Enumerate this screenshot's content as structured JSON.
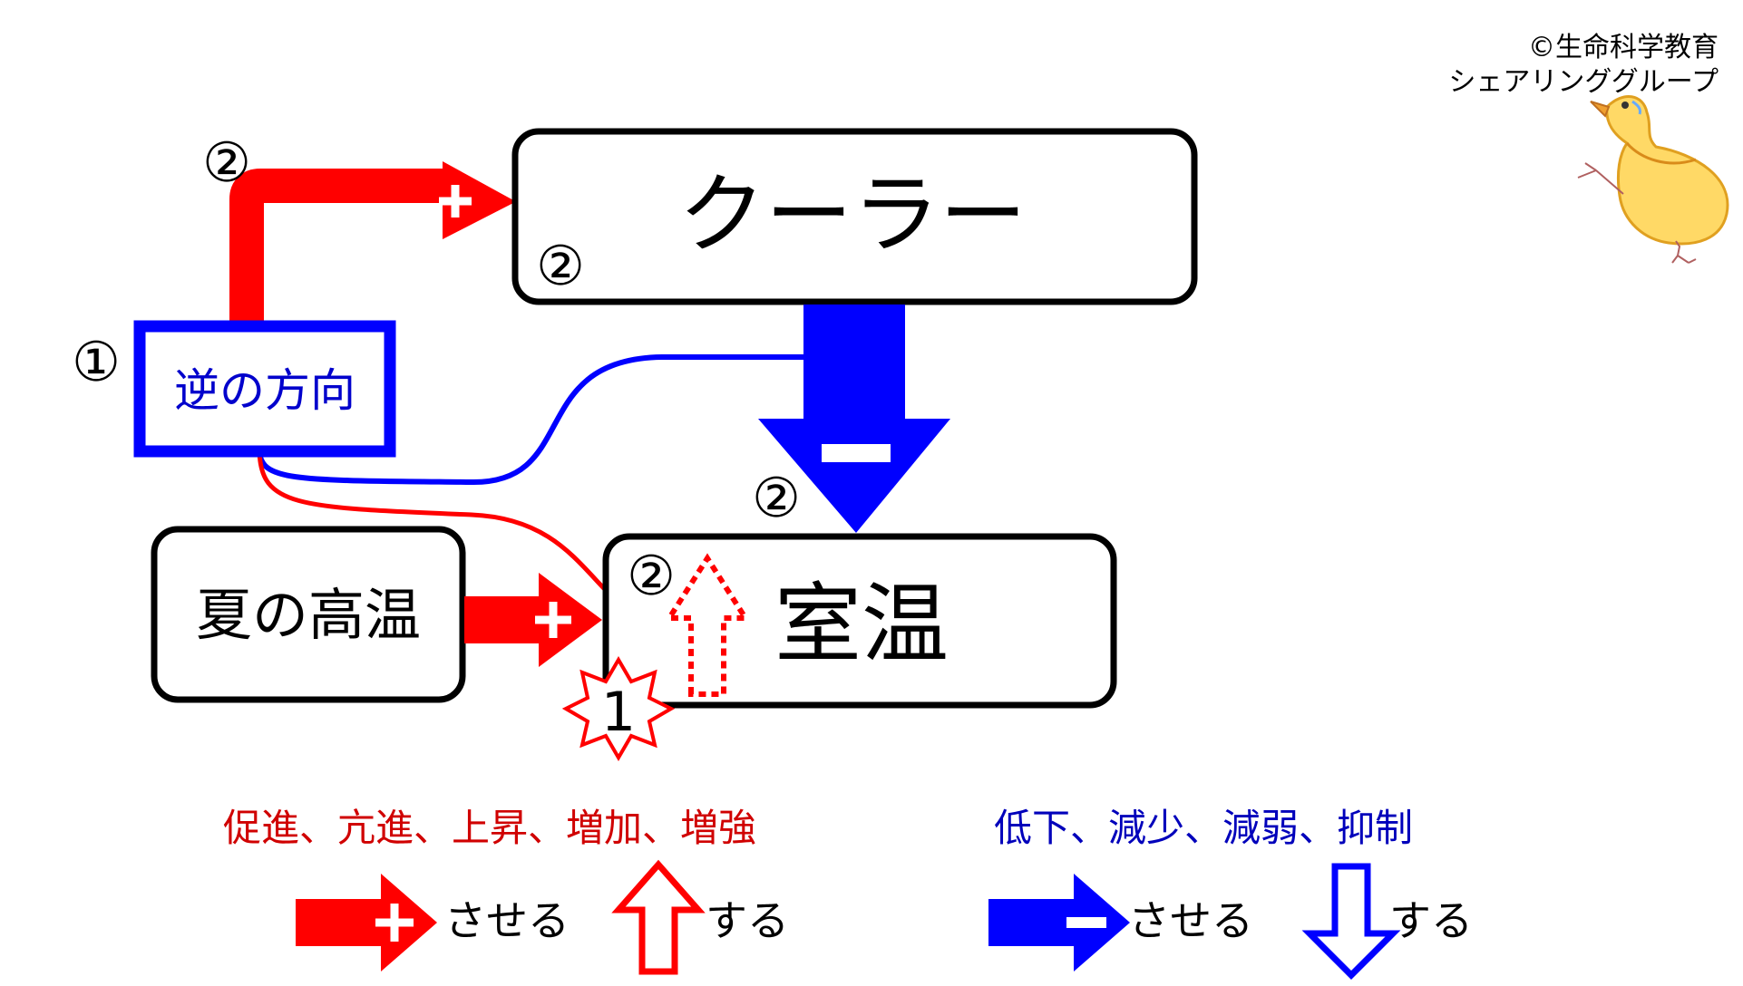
{
  "credit": {
    "line1": "©生命科学教育",
    "line2": "シェアリンググループ"
  },
  "nodes": {
    "cooler": "クーラー",
    "room_temp": "室温",
    "summer_heat": "夏の高温",
    "reverse_direction": "逆の方向"
  },
  "markers": {
    "step1": "①",
    "step2": "②",
    "start": "1"
  },
  "signs": {
    "plus": "+",
    "minus": "−"
  },
  "legend": {
    "red_terms": "促進、亢進、上昇、増加、増強",
    "blue_terms": "低下、減少、減弱、抑制",
    "causes": "させる",
    "does": "する"
  },
  "colors": {
    "promote": "#ff0000",
    "suppress": "#0000ff",
    "promote_text": "#d00000",
    "suppress_text": "#0000bb",
    "outline": "#000000"
  },
  "icons": {
    "mascot": "chick-illustration-icon",
    "start_burst": "starburst-icon"
  }
}
